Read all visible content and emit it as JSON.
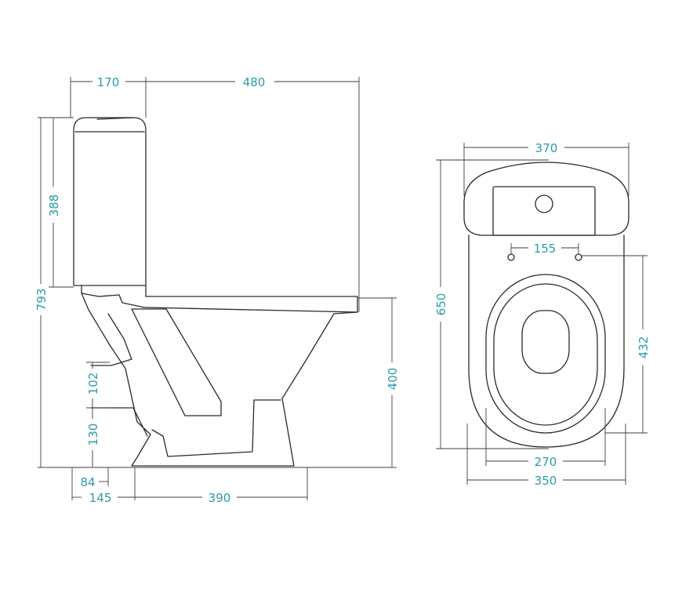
{
  "colors": {
    "outline": "#2a2a2a",
    "dimension_line": "#3d3d3d",
    "dimension_text": "#2b9ba6",
    "background": "#ffffff"
  },
  "side_view": {
    "tank_depth": "170",
    "overall_depth": "480",
    "tank_height": "388",
    "overall_height": "793",
    "seat_height": "400",
    "outlet_height_upper": "102",
    "outlet_height_lower": "130",
    "outlet_offset": "84",
    "outlet_setback": "145",
    "base_length": "390"
  },
  "top_view": {
    "tank_width": "370",
    "overall_length": "650",
    "fixing_centres": "155",
    "seat_length": "432",
    "seat_width": "270",
    "bowl_width": "350"
  }
}
